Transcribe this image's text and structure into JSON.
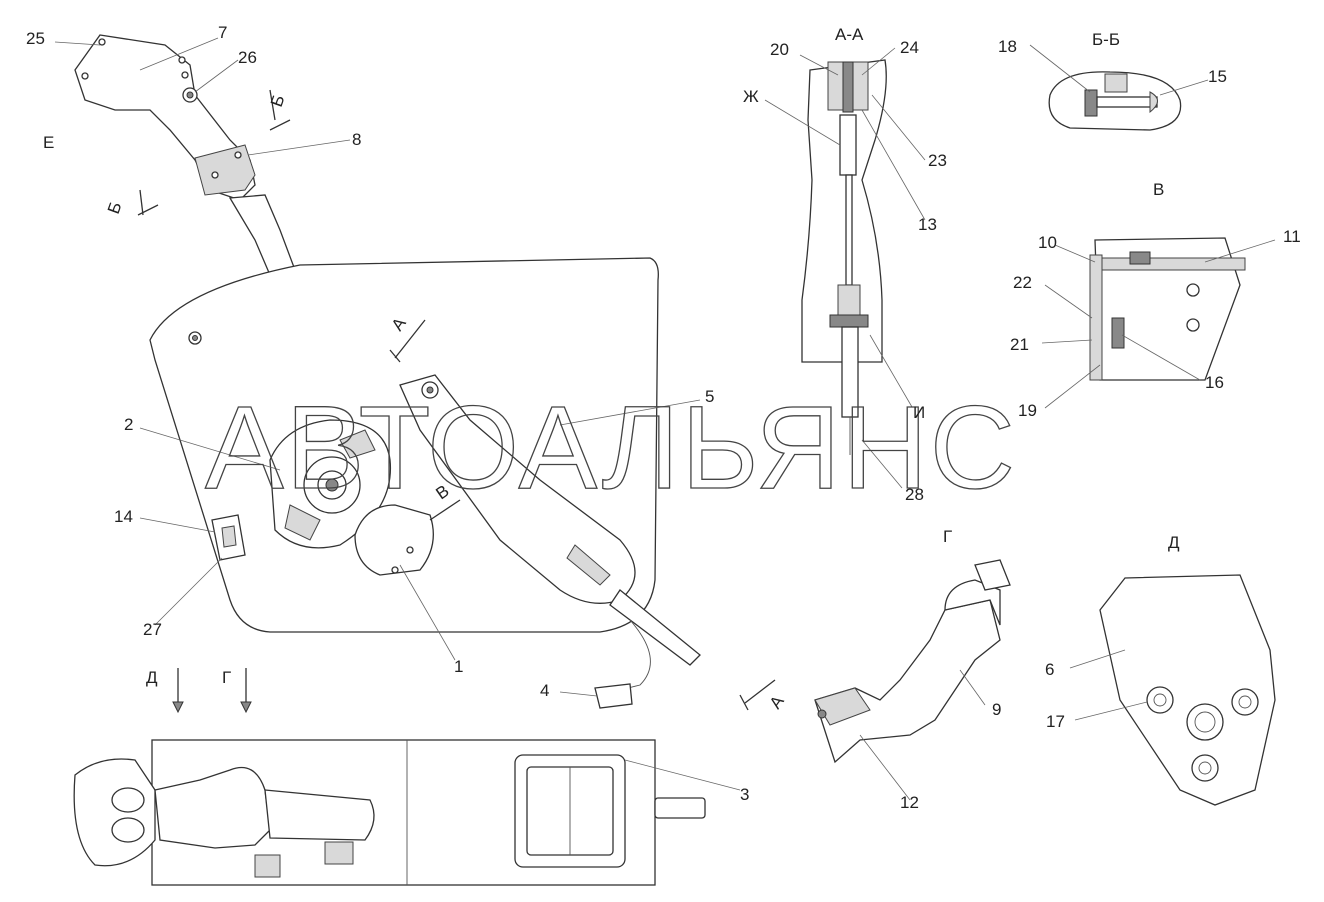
{
  "watermark": "АВТОАЛЬЯНС",
  "view_labels": {
    "aa": "А-А",
    "bb": "Б-Б",
    "v": "В",
    "g": "Г",
    "d": "Д"
  },
  "section_marks": {
    "a_top": "А",
    "a_bottom": "А",
    "b_top": "Б",
    "b_bottom": "Б",
    "v_arrow": "В",
    "d_arrow": "Д",
    "g_arrow": "Г"
  },
  "callouts": {
    "c1": "1",
    "c2": "2",
    "c3": "3",
    "c4": "4",
    "c5": "5",
    "c6": "6",
    "c7": "7",
    "c8": "8",
    "c9": "9",
    "c10": "10",
    "c11": "11",
    "c12": "12",
    "c13": "13",
    "c14": "14",
    "c15": "15",
    "c16": "16",
    "c17": "17",
    "c18": "18",
    "c19": "19",
    "c20": "20",
    "c21": "21",
    "c22": "22",
    "c23": "23",
    "c24": "24",
    "c25": "25",
    "c26": "26",
    "c27": "27",
    "c28": "28",
    "cE": "Е",
    "cZh": "Ж",
    "cI": "И"
  }
}
